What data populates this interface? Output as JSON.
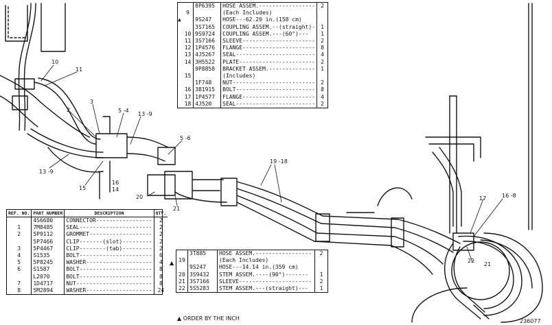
{
  "top_table": {
    "rows": [
      {
        "mark": "",
        "ref": "",
        "part": "8P6395",
        "desc": "HOSE ASSEM.-----------------",
        "qty": "2"
      },
      {
        "mark": "",
        "ref": "9",
        "part": "",
        "desc": "(Each Includes)",
        "qty": ""
      },
      {
        "mark": "▲",
        "ref": "",
        "part": "9S247",
        "desc": "HOSE---62.20 in.(158 cm)",
        "qty": ""
      },
      {
        "mark": "",
        "ref": "",
        "part": "3S7165",
        "desc": "COUPLING ASSEM.--(straight)-",
        "qty": "1"
      },
      {
        "mark": "",
        "ref": "10",
        "part": "9S9724",
        "desc": "COUPLING ASSEM.---(60°)---",
        "qty": "1"
      },
      {
        "mark": "",
        "ref": "11",
        "part": "3S7166",
        "desc": "SLEEVE----------------------",
        "qty": "2"
      },
      {
        "mark": "",
        "ref": "12",
        "part": "1P4576",
        "desc": "FLANGE----------------------",
        "qty": "8"
      },
      {
        "mark": "",
        "ref": "13",
        "part": "4J5267",
        "desc": "SEAL------------------------",
        "qty": "4"
      },
      {
        "mark": "",
        "ref": "14",
        "part": "3H5522",
        "desc": "PLATE-----------------------",
        "qty": "2"
      },
      {
        "mark": "",
        "ref": "",
        "part": "9P8858",
        "desc": "BRACKET ASSEM.--------------",
        "qty": "1"
      },
      {
        "mark": "",
        "ref": "15",
        "part": "",
        "desc": "(Includes)",
        "qty": ""
      },
      {
        "mark": "",
        "ref": "",
        "part": "1F748",
        "desc": "NUT-------------------------",
        "qty": "2"
      },
      {
        "mark": "",
        "ref": "16",
        "part": "3B1915",
        "desc": "BOLT------------------------",
        "qty": "8"
      },
      {
        "mark": "",
        "ref": "17",
        "part": "1P4577",
        "desc": "FLANGE----------------------",
        "qty": "4"
      },
      {
        "mark": "",
        "ref": "18",
        "part": "4J520",
        "desc": "SEAL------------------------",
        "qty": "2"
      }
    ]
  },
  "left_table": {
    "headers": {
      "ref": "REF. NO.",
      "part": "PART NUMBER",
      "desc": "DESCRIPTION",
      "qty": "QTY."
    },
    "rows": [
      {
        "ref": "",
        "part": "4S6680",
        "desc": "CONNECTOR-----------------",
        "qty": "2"
      },
      {
        "ref": "1",
        "part": "7M8485",
        "desc": "SEAL----------------------",
        "qty": "2"
      },
      {
        "ref": "2",
        "part": "5P9112",
        "desc": "GROMMET-------------------",
        "qty": "2"
      },
      {
        "ref": "",
        "part": "5P7466",
        "desc": "CLIP-------(slot)---------",
        "qty": "2"
      },
      {
        "ref": "3",
        "part": "5P4467",
        "desc": "CLIP--------(tab)---------",
        "qty": "2"
      },
      {
        "ref": "4",
        "part": "S1535",
        "desc": "BOLT----------------------",
        "qty": "6"
      },
      {
        "ref": "5",
        "part": "5P8245",
        "desc": "WASHER--------------------",
        "qty": "4"
      },
      {
        "ref": "6",
        "part": "S1587",
        "desc": "BOLT----------------------",
        "qty": "8"
      },
      {
        "ref": "",
        "part": "L2070",
        "desc": "BOLT----------------------",
        "qty": "8"
      },
      {
        "ref": "7",
        "part": "1D4717",
        "desc": "NUT-----------------------",
        "qty": "8"
      },
      {
        "ref": "8",
        "part": "5M2894",
        "desc": "WASHER--------------------",
        "qty": "24"
      }
    ]
  },
  "bottom_table": {
    "rows": [
      {
        "ref": "",
        "part": "3T885",
        "desc": "HOSE ASSEM.-----------------",
        "qty": "2"
      },
      {
        "ref": "19",
        "part": "",
        "desc": "(Each Includes)",
        "qty": ""
      },
      {
        "ref": "",
        "part": "9S247",
        "desc": "HOSE---14.14 in.(359 cm)",
        "qty": ""
      },
      {
        "ref": "20",
        "part": "3S9432",
        "desc": "STEM ASSEM.----(90°)-------",
        "qty": "1"
      },
      {
        "ref": "21",
        "part": "3S7166",
        "desc": "SLEEVE----------------------",
        "qty": "2"
      },
      {
        "ref": "22",
        "part": "5S5283",
        "desc": "STEM ASSEM.---(straight)---",
        "qty": "1"
      }
    ],
    "mark": "▲",
    "footnote": "▲ ORDER BY THE INCH"
  },
  "callouts": [
    {
      "id": "c10",
      "text": "10"
    },
    {
      "id": "c11",
      "text": "11"
    },
    {
      "id": "c3",
      "text": "3"
    },
    {
      "id": "c2",
      "text": "2"
    },
    {
      "id": "c54",
      "text": "5 -4"
    },
    {
      "id": "c139",
      "text": "13 -9"
    },
    {
      "id": "c56",
      "text": "5 -6"
    },
    {
      "id": "c1918",
      "text": "19 -18"
    },
    {
      "id": "c139b",
      "text": "13 -9"
    },
    {
      "id": "c15",
      "text": "15"
    },
    {
      "id": "c16",
      "text": "16"
    },
    {
      "id": "c14",
      "text": "14"
    },
    {
      "id": "c20",
      "text": "20"
    },
    {
      "id": "c21",
      "text": "21"
    },
    {
      "id": "c17",
      "text": "17"
    },
    {
      "id": "c168",
      "text": "16 -8"
    },
    {
      "id": "c22",
      "text": "22"
    },
    {
      "id": "c21b",
      "text": "21"
    }
  ],
  "figure_number": "236077",
  "colors": {
    "ink": "#111111",
    "paper": "#ffffff"
  }
}
